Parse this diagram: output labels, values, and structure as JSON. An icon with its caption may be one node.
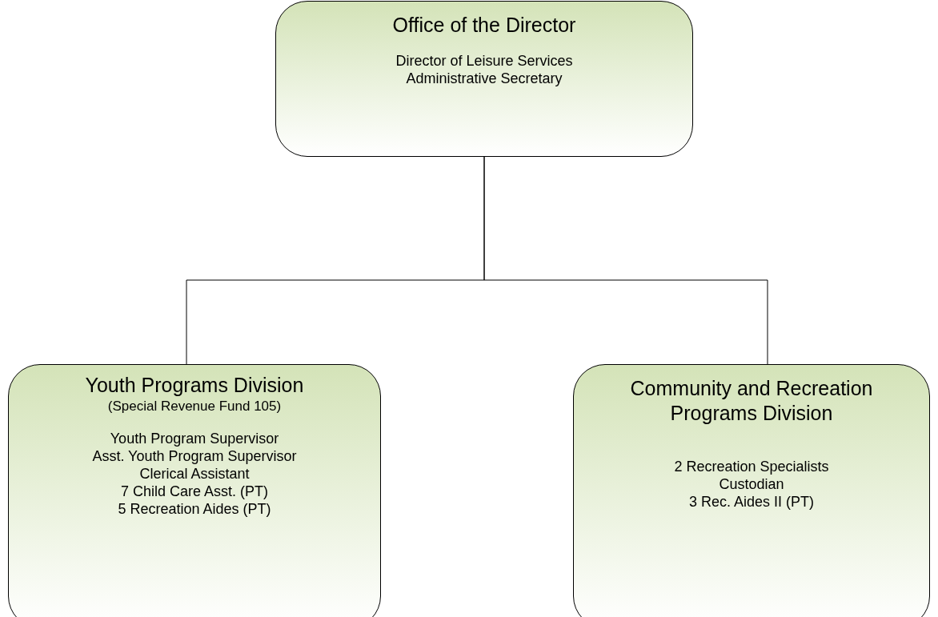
{
  "diagram": {
    "nodes": [
      {
        "text": [
          "Office of the Director",
          "Director of Leisure Services",
          "Administrative Secretary"
        ]
      },
      {
        "text": [
          "Youth Programs Division",
          "(Special Revenue Fund 105)",
          "Youth Program Supervisor",
          "Asst. Youth Program Supervisor",
          "Clerical Assistant",
          "7 Child Care Asst. (PT)",
          "5 Recreation Aides (PT)"
        ]
      },
      {
        "text": [
          "Community and Recreation Programs Division",
          "2 Recreation Specialists",
          "Custodian",
          "3 Rec. Aides II (PT)"
        ]
      }
    ],
    "edges": [
      {
        "from": 0,
        "to": 1,
        "arrow": "none"
      },
      {
        "from": 0,
        "to": 2,
        "arrow": "none"
      }
    ]
  }
}
